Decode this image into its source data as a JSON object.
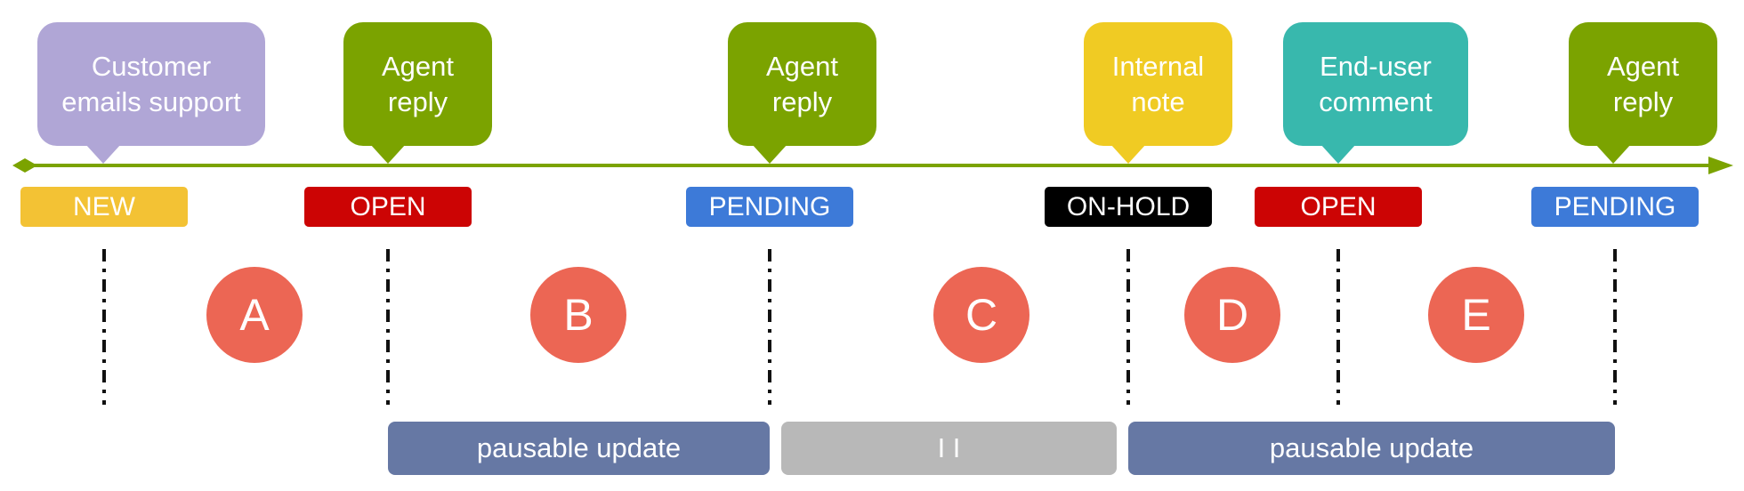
{
  "colors": {
    "timeline": "#7ba300",
    "status_new": "#f3c234",
    "status_open": "#cc0404",
    "status_pending": "#3d7ad8",
    "status_onhold": "#000000",
    "bubble_customer": "#b0a6d6",
    "bubble_agent": "#7ba300",
    "bubble_note": "#f0cb23",
    "bubble_enduser": "#38b8ad",
    "circle": "#ec6654",
    "bar_pausable": "#6678a4",
    "bar_paused": "#b8b8b8"
  },
  "events": [
    {
      "label": "Customer\nemails support",
      "color": "#b0a6d6"
    },
    {
      "label": "Agent\nreply",
      "color": "#7ba300"
    },
    {
      "label": "Agent\nreply",
      "color": "#7ba300"
    },
    {
      "label": "Internal\nnote",
      "color": "#f0cb23"
    },
    {
      "label": "End-user\ncomment",
      "color": "#38b8ad"
    },
    {
      "label": "Agent\nreply",
      "color": "#7ba300"
    }
  ],
  "statuses": [
    {
      "label": "NEW",
      "color": "#f3c234"
    },
    {
      "label": "OPEN",
      "color": "#cc0404"
    },
    {
      "label": "PENDING",
      "color": "#3d7ad8"
    },
    {
      "label": "ON-HOLD",
      "color": "#000000"
    },
    {
      "label": "OPEN",
      "color": "#cc0404"
    },
    {
      "label": "PENDING",
      "color": "#3d7ad8"
    }
  ],
  "intervals": [
    "A",
    "B",
    "C",
    "D",
    "E"
  ],
  "bars": [
    {
      "label": "pausable update",
      "color": "#6678a4"
    },
    {
      "label": "I I",
      "color": "#b8b8b8"
    },
    {
      "label": "pausable update",
      "color": "#6678a4"
    }
  ]
}
